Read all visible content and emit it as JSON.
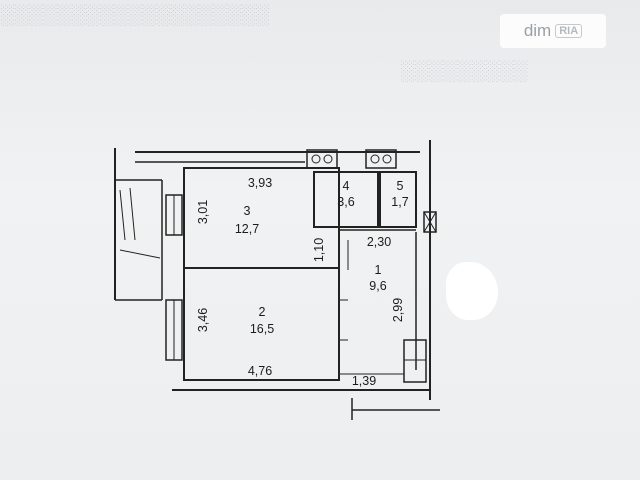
{
  "watermark": {
    "brand": "dim",
    "sub": "RIA"
  },
  "rooms": [
    {
      "id": "room-3",
      "number": "3",
      "area": "12,7"
    },
    {
      "id": "room-2",
      "number": "2",
      "area": "16,5"
    },
    {
      "id": "room-4",
      "number": "4",
      "area": "3,6"
    },
    {
      "id": "room-5",
      "number": "5",
      "area": "1,7"
    },
    {
      "id": "room-1",
      "number": "1",
      "area": "9,6"
    }
  ],
  "dimensions": {
    "room3_width": "3,93",
    "room3_depth": "3,01",
    "room2_depth": "3,46",
    "room2_width": "4,76",
    "corridor_short": "1,10",
    "hall_width": "2,30",
    "hall_depth": "2,99",
    "entry_width": "1,39"
  },
  "colors": {
    "wall": "#222222",
    "paper": "#eef0f2",
    "faded_text": "#c9ccd1"
  }
}
